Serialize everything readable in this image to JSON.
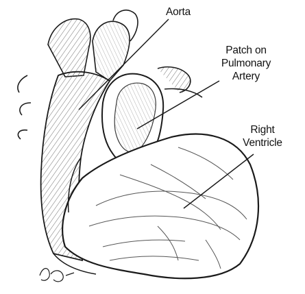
{
  "figure": {
    "labels": {
      "aorta": "Aorta",
      "patch": "Patch on\nPulmonary\nArtery",
      "right_ventricle": "Right\nVentricle"
    },
    "colors": {
      "ink": "#1a1a1a",
      "shade": "#8a8a8a",
      "paper": "#ffffff"
    }
  }
}
